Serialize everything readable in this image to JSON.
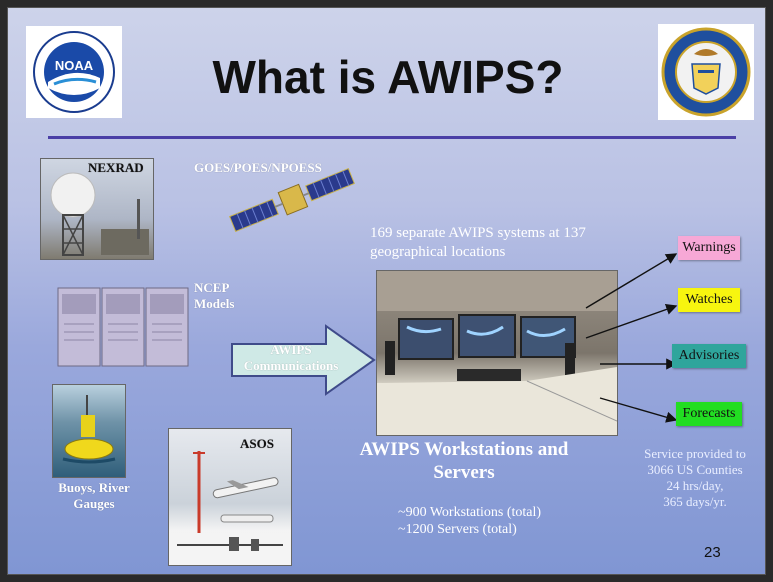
{
  "title": "What is AWIPS?",
  "sources": {
    "nexrad": "NEXRAD",
    "satellite": "GOES/POES/NPOESS",
    "ncep": "NCEP Models",
    "buoys": "Buoys, River Gauges",
    "asos": "ASOS"
  },
  "comms_label": "AWIPS Communications",
  "systems_note": "169 separate AWIPS systems at 137 geographical locations",
  "workstations_title": "AWIPS Workstations and Servers",
  "workstations_counts": [
    "~900 Workstations (total)",
    "~1200 Servers (total)"
  ],
  "products": [
    {
      "label": "Warnings",
      "color": "#f7a8d6"
    },
    {
      "label": "Watches",
      "color": "#f7f50f"
    },
    {
      "label": "Advisories",
      "color": "#2fa59c"
    },
    {
      "label": "Forecasts",
      "color": "#22dd22"
    }
  ],
  "service_note": [
    "Service provided to",
    "3066 US Counties",
    "24 hrs/day,",
    "365 days/yr."
  ],
  "page_number": "23",
  "logos": {
    "noaa": "NOAA",
    "commerce": "Department of Commerce seal"
  }
}
